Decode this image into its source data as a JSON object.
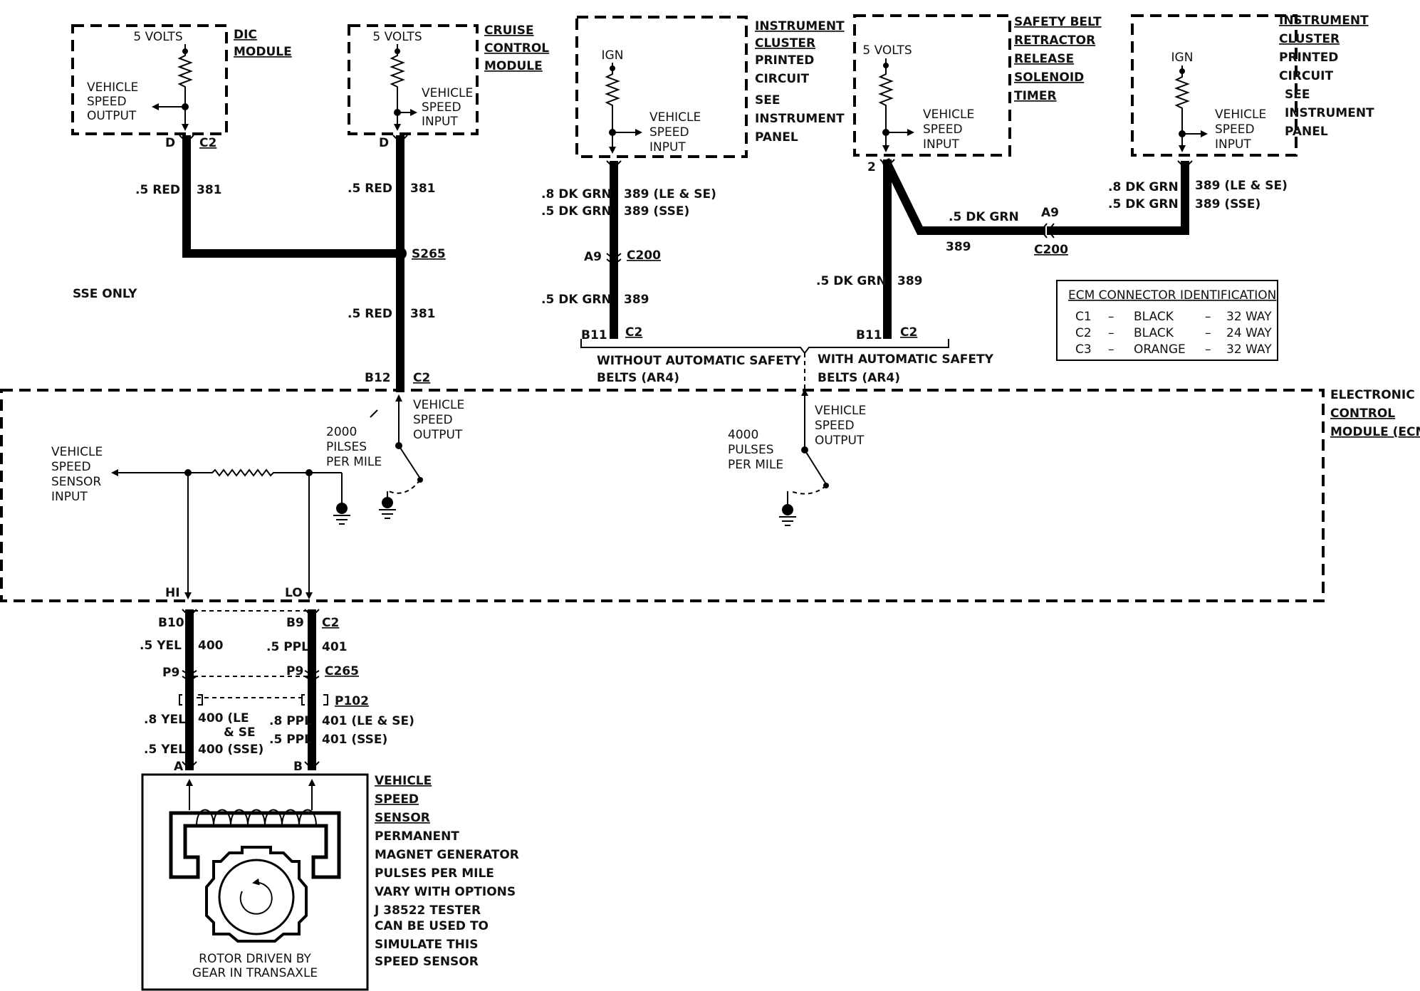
{
  "modules": {
    "dic": {
      "name": [
        "DIC",
        "MODULE"
      ],
      "supply": "5 VOLTS",
      "signal": [
        "VEHICLE",
        "SPEED",
        "OUTPUT"
      ],
      "pin": "D",
      "connector": "C2"
    },
    "cruise": {
      "name": [
        "CRUISE",
        "CONTROL",
        "MODULE"
      ],
      "supply": "5 VOLTS",
      "signal": [
        "VEHICLE",
        "SPEED",
        "INPUT"
      ],
      "pin": "D"
    },
    "cluster_left": {
      "name_ul": [
        "INSTRUMENT",
        "CLUSTER"
      ],
      "name": [
        "PRINTED",
        "CIRCUIT",
        "SEE",
        "INSTRUMENT",
        "PANEL"
      ],
      "supply": "IGN",
      "signal": [
        "VEHICLE",
        "SPEED",
        "INPUT"
      ]
    },
    "belt_timer": {
      "name": [
        "SAFETY BELT",
        "RETRACTOR",
        "RELEASE",
        "SOLENOID",
        "TIMER"
      ],
      "supply": "5 VOLTS",
      "signal": [
        "VEHICLE",
        "SPEED",
        "INPUT"
      ],
      "pin": "2"
    },
    "cluster_right": {
      "name_ul": [
        "INSTRUMENT",
        "CLUSTER"
      ],
      "name": [
        "PRINTED",
        "CIRCUIT",
        "SEE",
        "INSTRUMENT",
        "PANEL"
      ],
      "supply": "IGN",
      "signal": [
        "VEHICLE",
        "SPEED",
        "INPUT"
      ]
    }
  },
  "wires": {
    "dic_wire": {
      "gauge": ".5 RED",
      "circuit": "381"
    },
    "cruise_wire": {
      "gauge": ".5 RED",
      "circuit": "381"
    },
    "splice": "S265",
    "sse_only": "SSE ONLY",
    "ecm_out_wire": {
      "gauge": ".5 RED",
      "circuit": "381"
    },
    "ecm_out_pin": "B12",
    "ecm_out_conn": "C2",
    "cl_wire_top": {
      "gauge1": ".8 DK GRN",
      "circuit1": "389 (LE & SE)",
      "gauge2": ".5 DK GRN",
      "circuit2": "389 (SSE)"
    },
    "cl_c200": {
      "pin": "A9",
      "conn": "C200"
    },
    "cl_wire_bot": {
      "gauge": ".5 DK GRN",
      "circuit": "389"
    },
    "cl_ecm_pin": {
      "pin": "B11",
      "conn": "C2"
    },
    "cr_wire_top": {
      "gauge1": ".8 DK GRN",
      "circuit1": "389 (LE & SE)",
      "gauge2": ".5 DK GRN",
      "circuit2": "389 (SSE)"
    },
    "cr_c200": {
      "pin": "A9",
      "conn": "C200"
    },
    "cr_mid": {
      "gauge": ".5 DK GRN",
      "circuit": "389"
    },
    "belt_wire": {
      "gauge": ".5 DK GRN",
      "circuit": "389"
    },
    "belt_ecm_pin": {
      "pin": "B11",
      "conn": "C2"
    },
    "without_ar4": [
      "WITHOUT AUTOMATIC SAFETY",
      "BELTS (AR4)"
    ],
    "with_ar4": [
      "WITH AUTOMATIC SAFETY",
      "BELTS (AR4)"
    ]
  },
  "ecm_table": {
    "title": "ECM CONNECTOR IDENTIFICATION",
    "rows": [
      {
        "id": "C1",
        "dash1": "–",
        "color": "BLACK",
        "dash2": "–",
        "ways": "32 WAY"
      },
      {
        "id": "C2",
        "dash1": "–",
        "color": "BLACK",
        "dash2": "–",
        "ways": "24 WAY"
      },
      {
        "id": "C3",
        "dash1": "–",
        "color": "ORANGE",
        "dash2": "–",
        "ways": "32 WAY"
      }
    ]
  },
  "ecm": {
    "name": [
      "ELECTRONIC",
      "CONTROL",
      "MODULE (ECM)"
    ],
    "out1": [
      "VEHICLE",
      "SPEED",
      "OUTPUT"
    ],
    "pulses1": [
      "2000",
      "PILSES",
      "PER MILE"
    ],
    "out2": [
      "VEHICLE",
      "SPEED",
      "OUTPUT"
    ],
    "pulses2": [
      "4000",
      "PULSES",
      "PER MILE"
    ],
    "vss_input": [
      "VEHICLE",
      "SPEED",
      "SENSOR",
      "INPUT"
    ],
    "hi": "HI",
    "lo": "LO"
  },
  "sensor_wires": {
    "b10": "B10",
    "b9": "B9",
    "c2": "C2",
    "yel_top": {
      "gauge": ".5 YEL",
      "circuit": "400"
    },
    "ppl_top": {
      "gauge": ".5 PPL",
      "circuit": "401"
    },
    "p9a": "P9",
    "p9b": "P9",
    "c265": "C265",
    "p102": "P102",
    "yel_bot": {
      "gauge1": ".8 YEL",
      "circuit1": "400 (LE",
      "circuit1b": "& SE",
      "gauge2": ".5 YEL",
      "circuit2": "400 (SSE)"
    },
    "ppl_bot": {
      "gauge1": ".8 PPL",
      "circuit1": "401 (LE & SE)",
      "gauge2": ".5 PPL",
      "circuit2": "401 (SSE)"
    },
    "pin_a": "A",
    "pin_b": "B"
  },
  "sensor": {
    "name_ul": [
      "VEHICLE",
      "SPEED",
      "SENSOR"
    ],
    "desc": [
      "PERMANENT",
      "MAGNET GENERATOR",
      "PULSES PER MILE",
      "VARY WITH OPTIONS",
      "J 38522 TESTER",
      "CAN BE USED TO",
      "SIMULATE THIS",
      "SPEED SENSOR"
    ],
    "rotor": [
      "ROTOR DRIVEN BY",
      "GEAR IN TRANSAXLE"
    ]
  }
}
